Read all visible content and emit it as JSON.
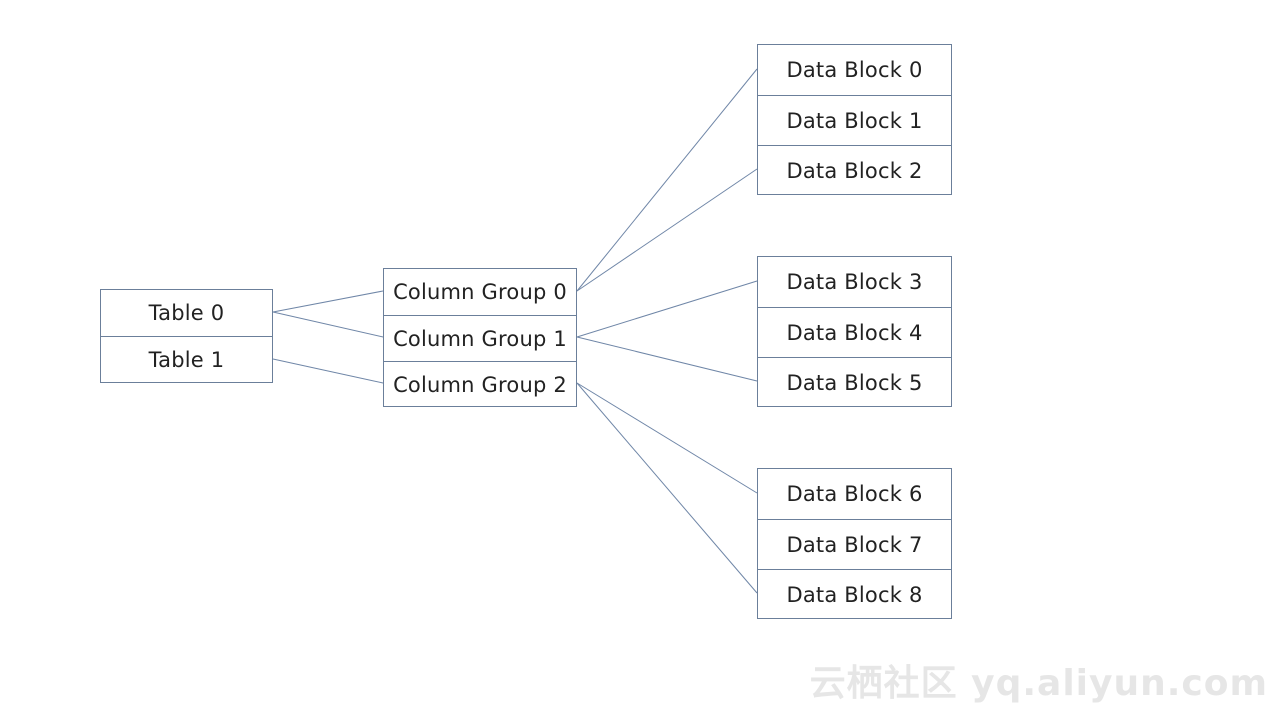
{
  "tables": [
    "Table 0",
    "Table 1"
  ],
  "column_groups": [
    "Column Group 0",
    "Column Group 1",
    "Column Group 2"
  ],
  "data_blocks": [
    [
      "Data Block 0",
      "Data Block 1",
      "Data Block 2"
    ],
    [
      "Data Block 3",
      "Data Block 4",
      "Data Block 5"
    ],
    [
      "Data Block 6",
      "Data Block 7",
      "Data Block 8"
    ]
  ],
  "connections": {
    "table_to_column_group": [
      {
        "from": "Table 0",
        "to": "Column Group 0"
      },
      {
        "from": "Table 0",
        "to": "Column Group 1"
      },
      {
        "from": "Table 1",
        "to": "Column Group 2"
      }
    ],
    "column_group_to_data_block": [
      {
        "from": "Column Group 0",
        "to": "Data Block 0"
      },
      {
        "from": "Column Group 0",
        "to": "Data Block 2"
      },
      {
        "from": "Column Group 1",
        "to": "Data Block 3"
      },
      {
        "from": "Column Group 1",
        "to": "Data Block 5"
      },
      {
        "from": "Column Group 2",
        "to": "Data Block 6"
      },
      {
        "from": "Column Group 2",
        "to": "Data Block 8"
      }
    ]
  },
  "watermark": "云栖社区 yq.aliyun.com",
  "colors": {
    "connector": "#6f86a7",
    "box_border": "#6b7f9a",
    "text": "#222222",
    "watermark": "#e6e6e6"
  }
}
